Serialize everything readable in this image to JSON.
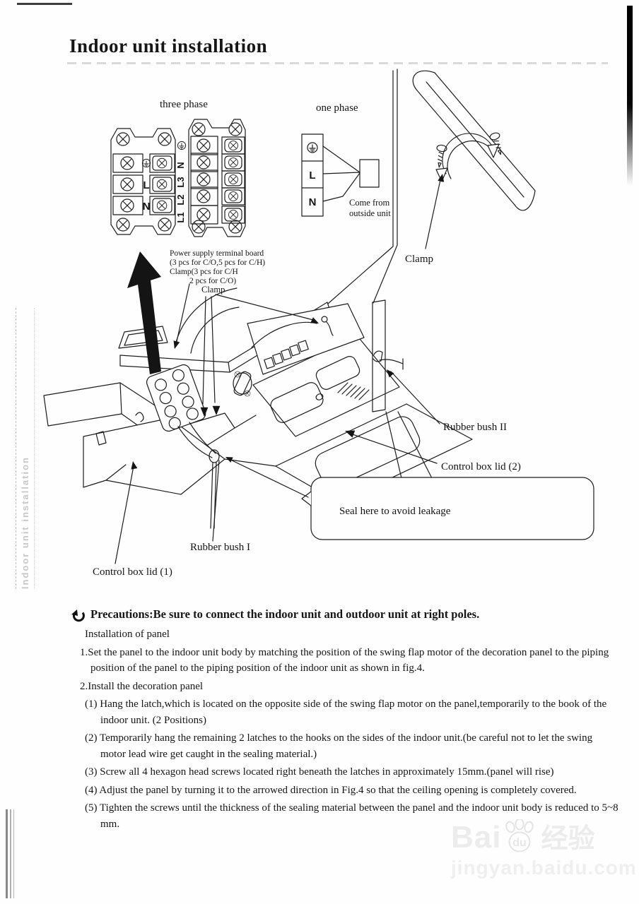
{
  "page": {
    "title": "Indoor unit installation",
    "side_tab": "Indoor unit installation"
  },
  "figure": {
    "three_phase_label": "three phase",
    "one_phase_label": "one phase",
    "come_from_line1": "Come from",
    "come_from_line2": "outside unit",
    "clamp_pipe_label": "Clamp",
    "power_note_line1": "Power supply terminal board",
    "power_note_line2": "(3 pcs for C/O,5 pcs for C/H)",
    "power_note_line3": "Clamp(3 pcs for C/H",
    "power_note_line4": "2 pcs for C/O)",
    "clamp_inner_label": "Clamp",
    "rubber_bush_2_label": "Rubber bush II",
    "control_box_lid_2_label": "Control box lid (2)",
    "seal_note": "Seal here to avoid leakage",
    "rubber_bush_1_label": "Rubber bush I",
    "control_box_lid_1_label": "Control box lid (1)",
    "three_phase_left_terminals": [
      "L",
      "N"
    ],
    "three_phase_right_terminals": [
      "N",
      "L3",
      "L2",
      "L1"
    ],
    "one_phase_terminals": [
      "L",
      "N"
    ]
  },
  "precautions": {
    "heading": "Precautions:Be sure to connect the indoor unit and outdoor unit at right poles.",
    "subheading": "Installation of panel",
    "step1": "1.Set the panel to the indoor unit body by matching the position of the swing flap motor of the decoration panel to the piping position of the panel to the piping position of the indoor unit as shown in fig.4.",
    "step2": "2.Install the decoration panel",
    "sub1": "(1) Hang the latch,which is located on the opposite side of the swing flap motor on the panel,temporarily to the book of the indoor unit. (2 Positions)",
    "sub2": "(2) Temporarily hang the remaining 2 latches to the hooks on the sides of the indoor unit.(be careful not to let the swing motor lead wire get caught in the sealing material.)",
    "sub3": "(3) Screw all 4 hexagon head screws located right beneath the latches in approximately 15mm.(panel will rise)",
    "sub4": "(4) Adjust the panel by turning it to the arrowed direction in Fig.4 so that the ceiling opening is completely covered.",
    "sub5": "(5) Tighten the screws until the thickness of the sealing material between the panel and the indoor unit body is reduced to 5~8 mm."
  },
  "watermark": {
    "logo_prefix": "Bai",
    "logo_paw_text": "du",
    "logo_suffix": "经验",
    "url": "jingyan.baidu.com"
  }
}
